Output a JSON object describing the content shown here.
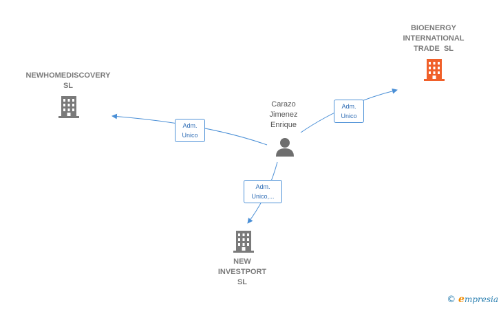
{
  "companies": {
    "newhome": {
      "line1": "NEWHOMEDISCOVERY",
      "line2": "SL"
    },
    "bioenergy": {
      "line1": "BIOENERGY",
      "line2": "INTERNATIONAL",
      "line3": "TRADE  SL"
    },
    "newinvest": {
      "line1": "NEW",
      "line2": "INVESTPORT",
      "line3": "SL"
    }
  },
  "person": {
    "line1": "Carazo",
    "line2": "Jimenez",
    "line3": "Enrique"
  },
  "edges": {
    "to_newhome": {
      "line1": "Adm.",
      "line2": "Unico"
    },
    "to_bioenergy": {
      "line1": "Adm.",
      "line2": "Unico"
    },
    "to_newinvest": {
      "line1": "Adm.",
      "line2": "Unico,..."
    }
  },
  "colors": {
    "edge": "#4a8fd6",
    "building_gray": "#7a7a7a",
    "building_highlight": "#f0602a",
    "person": "#6e6e6e"
  },
  "icons": {
    "company": "building-icon",
    "person": "person-icon"
  },
  "brand": {
    "copyright": "©",
    "e": "e",
    "name": "mpresia"
  }
}
